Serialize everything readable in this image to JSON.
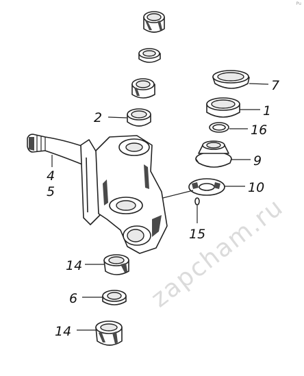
{
  "watermark": "zapcham.ru",
  "corner_mark": "Pu",
  "callouts": {
    "c7": "7",
    "c1": "1",
    "c16": "16",
    "c9": "9",
    "c10": "10",
    "c15": "15",
    "c2": "2",
    "c4": "4",
    "c5": "5",
    "c14a": "14",
    "c6": "6",
    "c14b": "14"
  }
}
